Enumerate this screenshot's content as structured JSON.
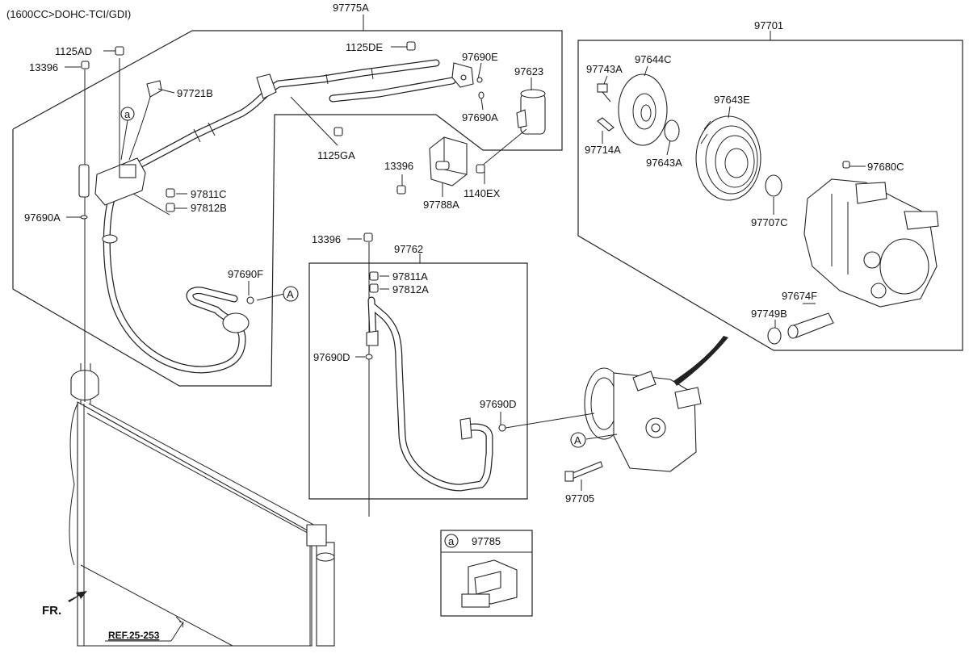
{
  "header": {
    "engine_spec": "(1600CC>DOHC-TCI/GDI)"
  },
  "labels": {
    "l97775A": "97775A",
    "l1125AD": "1125AD",
    "l13396_top": "13396",
    "l97721B": "97721B",
    "l1125DE": "1125DE",
    "l97690E": "97690E",
    "l97623": "97623",
    "l97690A_upper": "97690A",
    "l1125GA": "1125GA",
    "l13396_mid": "13396",
    "l1140EX": "1140EX",
    "l97788A": "97788A",
    "l97811C": "97811C",
    "l97812B": "97812B",
    "l97690A_left": "97690A",
    "l97690F": "97690F",
    "l13396_low": "13396",
    "l97762": "97762",
    "l97811A": "97811A",
    "l97812A": "97812A",
    "l97690D_left": "97690D",
    "l97690D_right": "97690D",
    "l97705": "97705",
    "l97701": "97701",
    "l97743A": "97743A",
    "l97644C": "97644C",
    "l97643E": "97643E",
    "l97714A": "97714A",
    "l97643A": "97643A",
    "l97680C": "97680C",
    "l97707C": "97707C",
    "l97674F": "97674F",
    "l97749B": "97749B",
    "l97785": "97785"
  },
  "callouts": {
    "a_small": "a",
    "A_upper": "A",
    "A_lower": "A",
    "a_inset": "a"
  },
  "footer": {
    "front": "FR.",
    "reference": "REF.25-253"
  }
}
